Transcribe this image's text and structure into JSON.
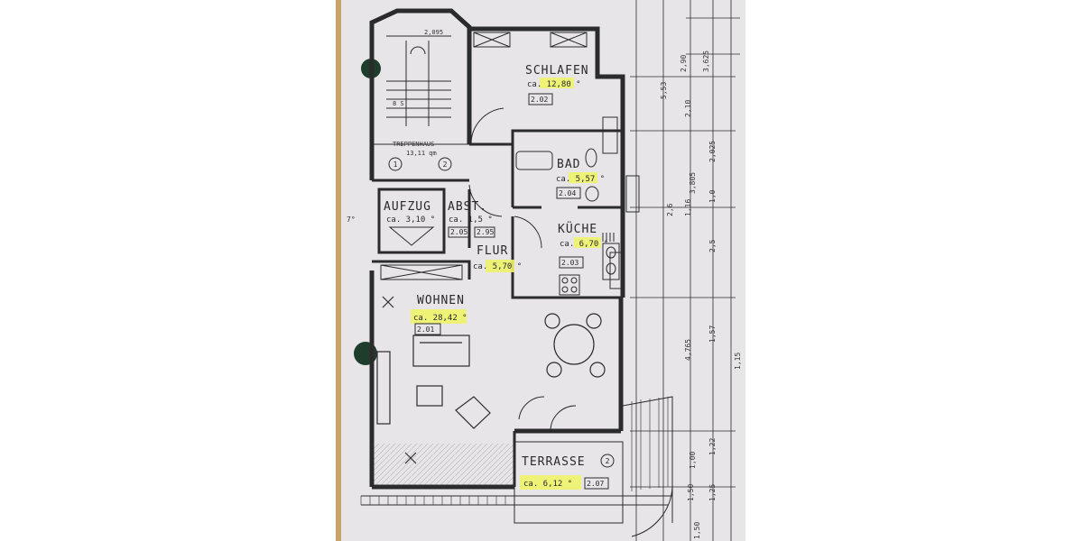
{
  "rooms": {
    "schlafen": {
      "name": "SCHLAFEN",
      "area": "ca. 12,80 °",
      "code": "2.02"
    },
    "treppenhaus": {
      "name": "TREPPENHAUS",
      "area": "13,11 qm",
      "top_dim": "2,095",
      "stair_label": "8 S"
    },
    "bad": {
      "name": "BAD",
      "area": "ca. 5,57 °",
      "code": "2.04"
    },
    "aufzug": {
      "name": "AUFZUG",
      "area": "ca. 3,10 °",
      "code": "2.05"
    },
    "abst": {
      "name": "ABST.",
      "area": "ca. 1,5 °",
      "code": "2.95"
    },
    "flur": {
      "name": "FLUR",
      "area": "ca. 5,70 °"
    },
    "kueche": {
      "name": "KÜCHE",
      "area": "ca. 6,70 °",
      "code": "2.03"
    },
    "wohnen": {
      "name": "WOHNEN",
      "area": "ca. 28,42 °",
      "code": "2.01"
    },
    "terrasse": {
      "name": "TERRASSE",
      "area": "ca. 6,12 °",
      "code": "2.07",
      "marker": "2"
    }
  },
  "stair_markers": [
    "1",
    "2"
  ],
  "dimensions": {
    "vertical": [
      "2,90",
      "3,625",
      "5,53",
      "2,10",
      "2,025",
      "3,805",
      "1,0",
      "2,6",
      "1,16",
      "2,5",
      "4,765",
      "1,57",
      "1,15",
      "1,00",
      "1,22",
      "1,50",
      "1,25",
      "1,50"
    ],
    "left_partial": "7°"
  },
  "colors": {
    "paper": "#e7e5e8",
    "ink": "#2b2b2b",
    "highlight": "#eef36a",
    "wood": "#c9a36a",
    "punch_hole": "#1f3d2c"
  }
}
